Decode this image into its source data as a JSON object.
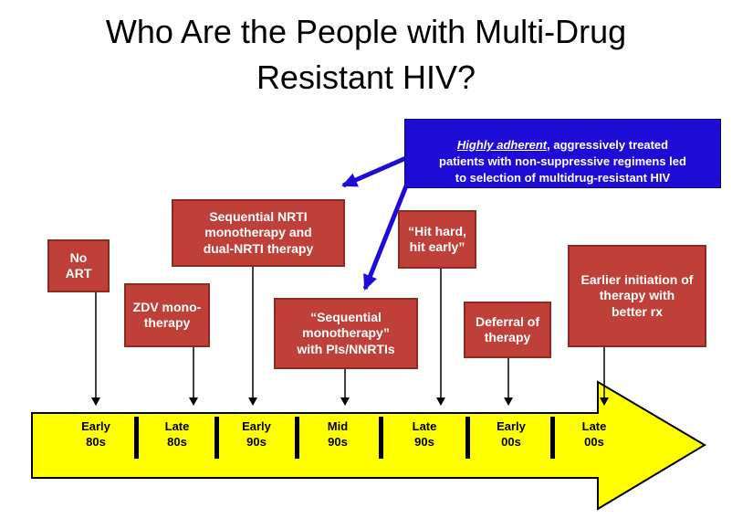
{
  "title": "Who Are the People with Multi-Drug\nResistant HIV?",
  "callout": {
    "lead": "Highly adherent",
    "rest": ", aggressively treated\npatients with non-suppressive regimens led\nto selection of multidrug-resistant HIV"
  },
  "boxes": [
    {
      "id": "no-art",
      "label": "No\nART"
    },
    {
      "id": "zdv-monotherapy",
      "label": "ZDV mono-\ntherapy"
    },
    {
      "id": "sequential-nrti",
      "label": "Sequential NRTI\nmonotherapy and\ndual-NRTI therapy"
    },
    {
      "id": "sequential-monotherapy-pis",
      "label": "“Sequential\nmonotherapy”\nwith PIs/NNRTIs"
    },
    {
      "id": "hit-hard-hit-early",
      "label": "“Hit hard,\nhit early”"
    },
    {
      "id": "deferral-of-therapy",
      "label": "Deferral of\ntherapy"
    },
    {
      "id": "earlier-initiation",
      "label": "Earlier initiation of\ntherapy with\nbetter rx"
    }
  ],
  "timeline": [
    "Early\n80s",
    "Late\n80s",
    "Early\n90s",
    "Mid\n90s",
    "Late\n90s",
    "Early\n00s",
    "Late\n00s"
  ],
  "colors": {
    "box_red": "#BF4038",
    "box_red_border": "#8E2A24",
    "callout_blue": "#1F0BD6",
    "arrow_yellow": "#FFFF00"
  }
}
